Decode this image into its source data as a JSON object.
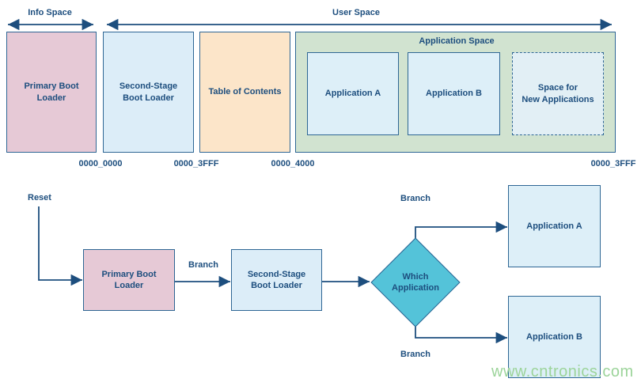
{
  "colors": {
    "outline": "#2e6694",
    "text": "#1d4e7e",
    "pink": "#e6c9d6",
    "light_blue": "#dcedf8",
    "peach": "#fce5c9",
    "green": "#d1e3d0",
    "teal": "#54c3d9",
    "watermark_green": "#9cd49a"
  },
  "memory_map": {
    "info_space_label": "Info Space",
    "user_space_label": "User Space",
    "primary_boot_loader": "Primary Boot Loader",
    "second_stage": "Second-Stage Boot Loader",
    "table_of_contents": "Table of Contents",
    "application_space_label": "Application Space",
    "application_a": "Application A",
    "application_b": "Application B",
    "space_for_new_lines": [
      "Space for",
      "New Applications"
    ],
    "addresses": [
      "0000_0000",
      "0000_3FFF",
      "0000_4000",
      "0000_3FFF"
    ]
  },
  "flowchart": {
    "reset_label": "Reset",
    "primary_boot_loader": "Primary Boot Loader",
    "branch_label_1": "Branch",
    "second_stage": "Second-Stage Boot Loader",
    "decision": "Which Application",
    "branch_label_top": "Branch",
    "branch_label_bottom": "Branch",
    "application_a": "Application A",
    "application_b": "Application B"
  },
  "watermark": "www.cntronics.com"
}
